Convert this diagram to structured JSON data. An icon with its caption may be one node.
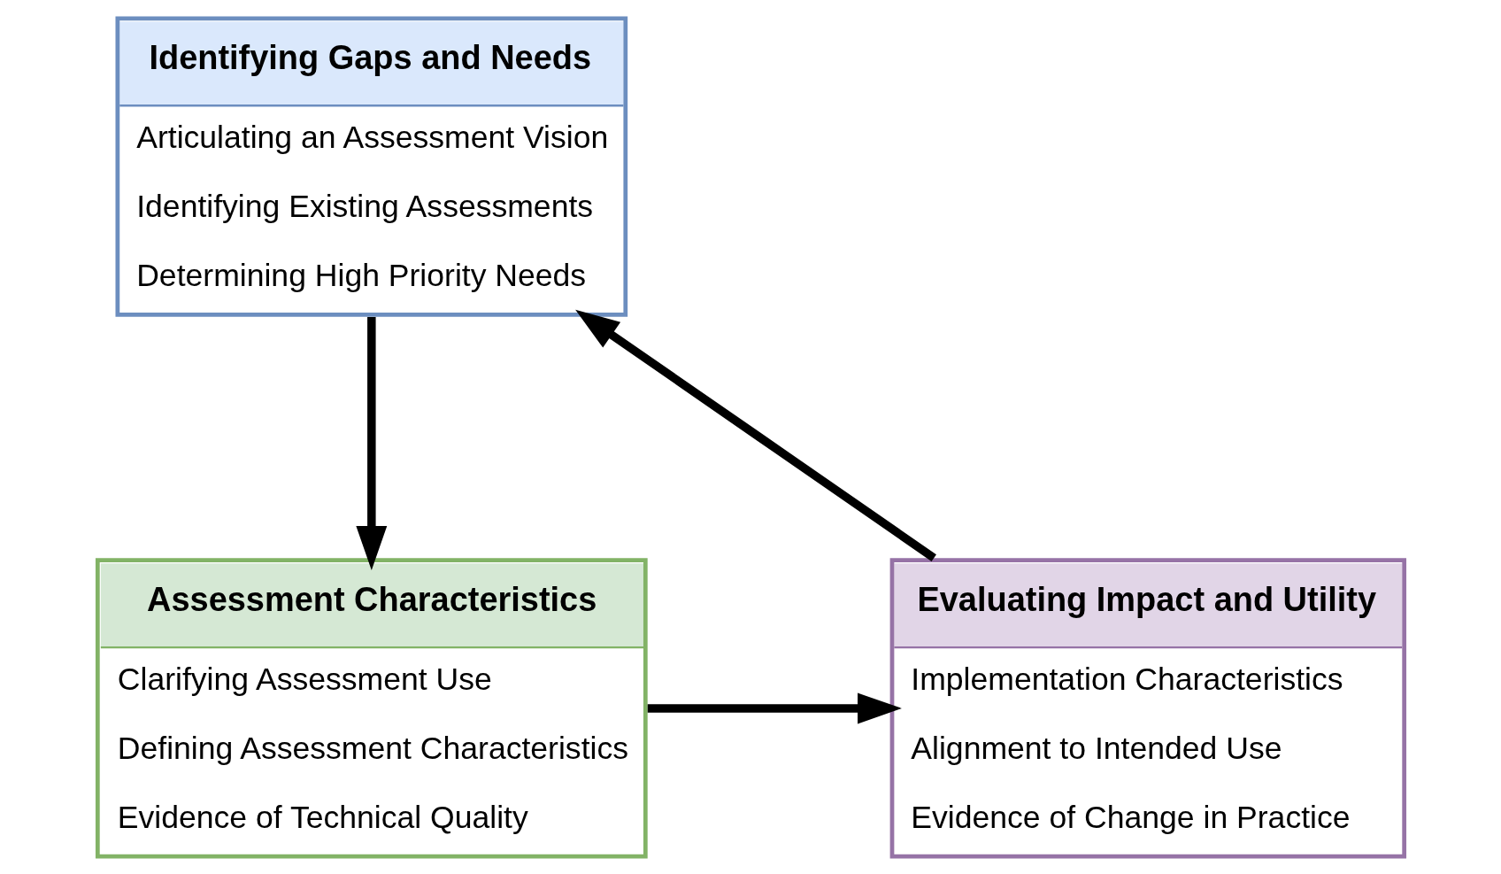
{
  "diagram": {
    "nodes": [
      {
        "text": [
          "Identifying Gaps and Needs",
          "Articulating an Assessment Vision",
          "Identifying Existing Assessments",
          "Determining High Priority Needs"
        ]
      },
      {
        "text": [
          "Evaluating Impact and Utility",
          "Implementation Characteristics",
          "Alignment to Intended Use",
          "Evidence of Change in Practice"
        ]
      },
      {
        "text": [
          "Assessment Characteristics",
          "Clarifying Assessment Use",
          "Defining Assessment Characteristics",
          "Evidence of Technical Quality"
        ]
      }
    ],
    "edges": [
      {
        "from": 0,
        "to": 2,
        "arrow": "to"
      },
      {
        "from": 2,
        "to": 1,
        "arrow": "to"
      },
      {
        "from": 1,
        "to": 0,
        "arrow": "to"
      }
    ]
  }
}
